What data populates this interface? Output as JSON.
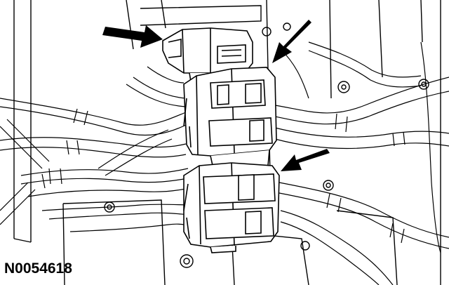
{
  "figure": {
    "id_label": "N0054618"
  },
  "illustration": {
    "style": "black line art on white",
    "subject_icons": [
      "connector-block-icon",
      "wire-bundle-icon",
      "callout-arrow-icon"
    ],
    "callout_arrow_count": 3,
    "colors": {
      "ink": "#000000",
      "paper": "#ffffff"
    }
  }
}
